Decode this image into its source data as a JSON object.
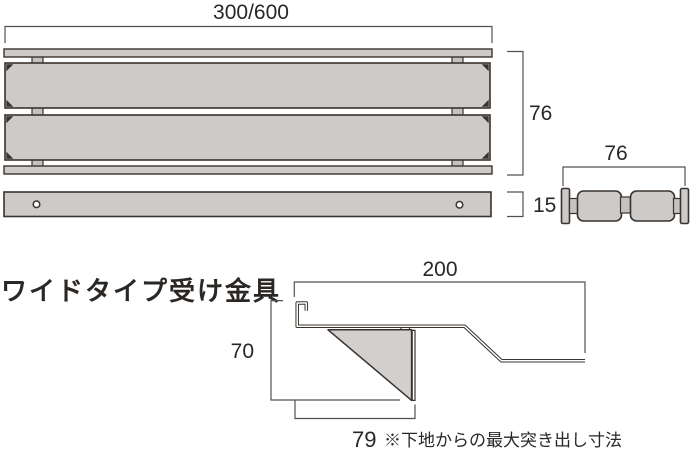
{
  "title": "ワイドタイプ受け金具",
  "colors": {
    "line": "#3a332e",
    "dim_line": "#55504b",
    "text": "#2b2724",
    "fill_light": "#cccbca",
    "fill_mid": "#c4c3c2",
    "fill_gusset": "#d1d0cf",
    "background": "#ffffff"
  },
  "top_view": {
    "width_dim": "300/600",
    "depth_dim": "76"
  },
  "side_view": {
    "thickness_dim": "15"
  },
  "end_view": {
    "width_dim": "76"
  },
  "bracket": {
    "title": "ワイドタイプ受け金具",
    "projection_dim": "200",
    "height_dim": "70",
    "protrusion_dim": "79",
    "protrusion_note": "※下地からの最大突き出し寸法"
  }
}
